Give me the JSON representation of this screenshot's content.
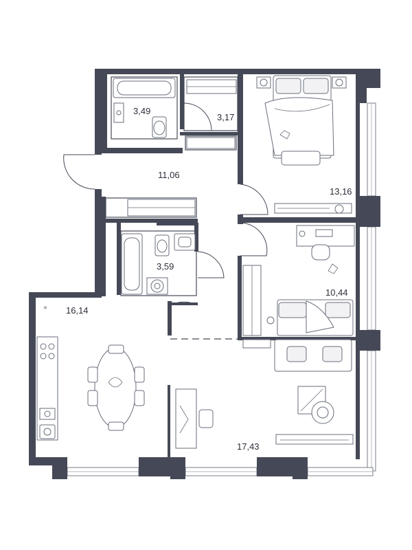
{
  "rooms": [
    {
      "id": "bathroom-1",
      "area": "3,49"
    },
    {
      "id": "wardrobe-1",
      "area": "3,17"
    },
    {
      "id": "hallway",
      "area": "11,06"
    },
    {
      "id": "bedroom-1",
      "area": "13,16"
    },
    {
      "id": "bathroom-2",
      "area": "3,59"
    },
    {
      "id": "bedroom-2",
      "area": "10,44"
    },
    {
      "id": "kitchen",
      "area": "16,14"
    },
    {
      "id": "living-room",
      "area": "17,43"
    }
  ],
  "colors": {
    "wall": "#454957",
    "text": "#2c2f3a",
    "line": "#6a6e7b"
  }
}
